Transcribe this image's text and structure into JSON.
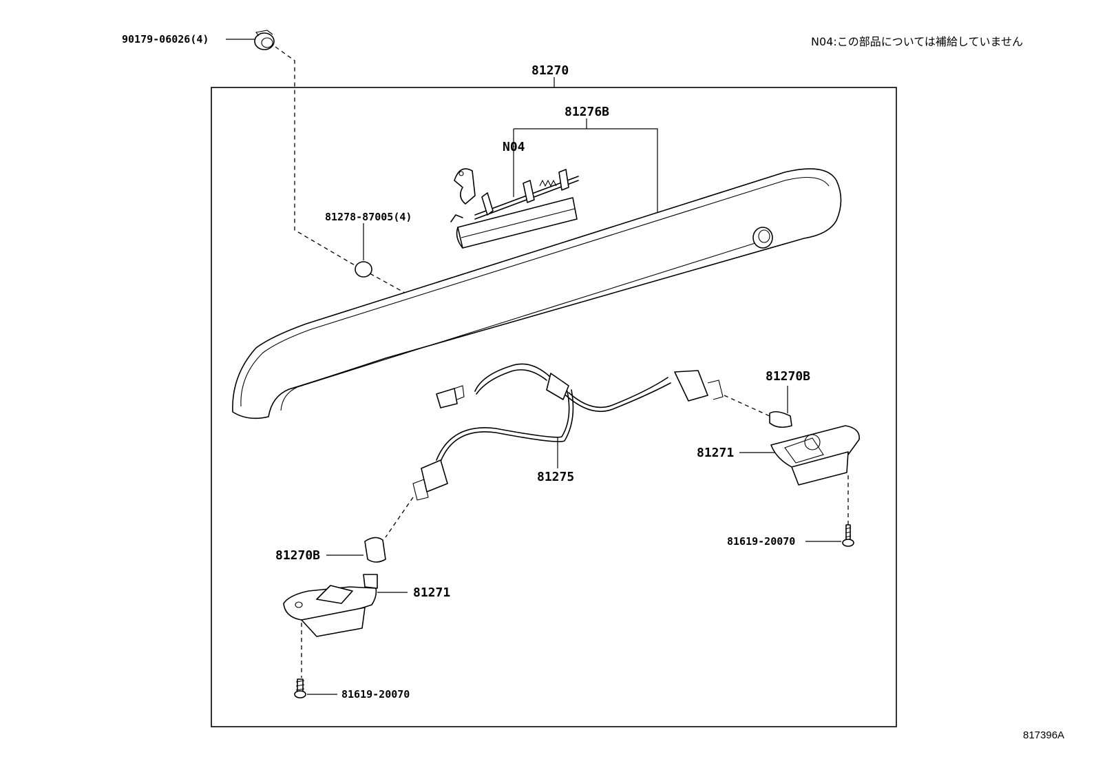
{
  "note": "N04:この部品については補給していません",
  "reference": "817396A",
  "labels": {
    "assembly": "81270",
    "handle_assy": "81276B",
    "handle_sub": "N04",
    "clip_top": "90179-06026(4)",
    "nut": "81278-87005(4)",
    "bulb_right": "81270B",
    "lamp_right": "81271",
    "screw_right": "81619-20070",
    "wire": "81275",
    "bulb_left": "81270B",
    "lamp_left": "81271",
    "screw_left": "81619-20070"
  }
}
